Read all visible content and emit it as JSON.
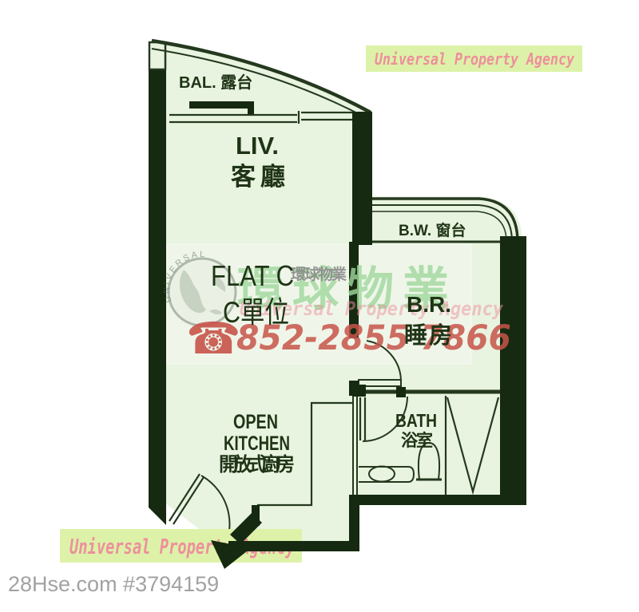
{
  "page": {
    "bg": "#ffffff"
  },
  "branding": {
    "agency_name": "Universal Property Agency",
    "phone_icon": "☎",
    "phone": "852-2855 7866",
    "watermark_cn": "環球物業",
    "logo_arc_text": "UNIVERSAL",
    "colors": {
      "badge_bg": "#ddf2a8",
      "badge_text": "#ee8f9d",
      "phone_red": "#c8544a",
      "watermark_green": "#a0d89e"
    }
  },
  "labels": {
    "flat_en": "FLAT C",
    "flat_cn": "C單位",
    "balcony": "BAL. 露台",
    "living_abbr": "LIV.",
    "living_cn": "客廳",
    "bay_window": "B.W. 窗台",
    "bedroom_abbr": "B.R.",
    "bedroom_cn": "睡房",
    "kitchen_line1": "OPEN",
    "kitchen_line2": "KITCHEN",
    "kitchen_cn": "開放式廚房",
    "bath_en": "BATH",
    "bath_cn": "浴室"
  },
  "plan_colors": {
    "wall": "#152a10",
    "floor": "#e8f3e0",
    "line": "#24391d",
    "label": "#1f3416"
  },
  "footer": {
    "site_ref": "28Hse.com #3794159",
    "color": "#a2a2a2"
  }
}
